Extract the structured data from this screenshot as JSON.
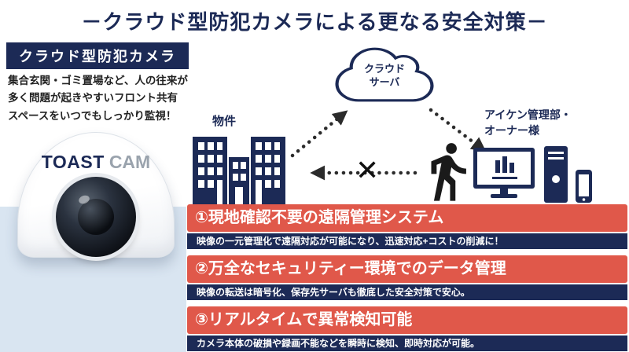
{
  "colors": {
    "navy": "#1c2a56",
    "red": "#e0584a",
    "panel": "#d9e5f1",
    "ink": "#1a1a1a"
  },
  "header": {
    "title": "－クラウド型防犯カメラによる更なる安全対策－"
  },
  "intro": {
    "badge": "クラウド型防犯カメラ",
    "desc_lines": [
      "集合玄関・ゴミ置場など、人の往来が",
      "多く問題が起きやすいフロント共有",
      "スペースをいつでもしっかり監視！"
    ]
  },
  "camera": {
    "brand_primary": "TOAST",
    "brand_secondary": "CAM"
  },
  "diagram": {
    "property_label": "物件",
    "cloud_lines": [
      "クラウド",
      "サーバ"
    ],
    "manager_lines": [
      "アイケン管理部・",
      "オーナー様"
    ],
    "blocked_mark": "✕",
    "icons": [
      "building-icon",
      "cloud-server-icon",
      "walking-person-icon",
      "monitor-icon",
      "tower-pc-icon",
      "smartphone-icon",
      "blocked-x-icon",
      "dotted-arrow"
    ]
  },
  "features": [
    {
      "title": "①現地確認不要の遠隔管理システム",
      "detail": "映像の一元管理化で遠隔対応が可能になり、迅速対応+コストの削減に！"
    },
    {
      "title": "②万全なセキュリティー環境でのデータ管理",
      "detail": "映像の転送は暗号化、保存先サーバも徹底した安全対策で安心。"
    },
    {
      "title": "③リアルタイムで異常検知可能",
      "detail": "カメラ本体の破損や録画不能などを瞬時に検知、即時対応が可能。"
    }
  ]
}
